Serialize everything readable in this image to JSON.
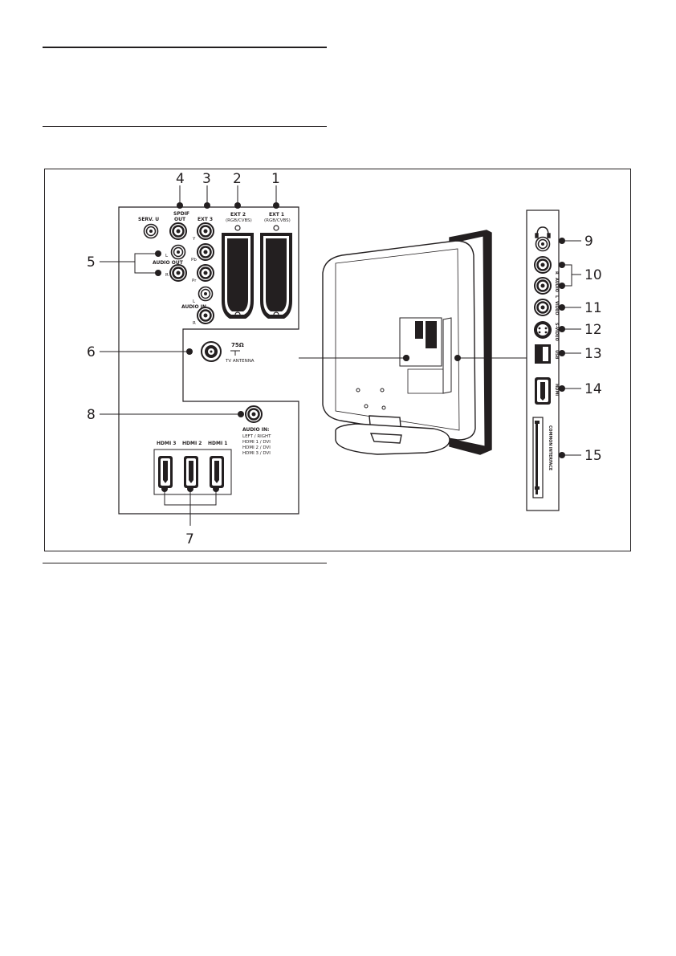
{
  "callouts": {
    "n1": "1",
    "n2": "2",
    "n3": "3",
    "n4": "4",
    "n5": "5",
    "n6": "6",
    "n7": "7",
    "n8": "8",
    "n9": "9",
    "n10": "10",
    "n11": "11",
    "n12": "12",
    "n13": "13",
    "n14": "14",
    "n15": "15"
  },
  "rear_panel": {
    "serv_u": "SERV. U",
    "spdif_out_1": "SPDIF",
    "spdif_out_2": "OUT",
    "ext3": "EXT 3",
    "ext2": "EXT 2",
    "ext2_sub": "(RGB/CVBS)",
    "ext1": "EXT 1",
    "ext1_sub": "(RGB/CVBS)",
    "y": "Y",
    "pb": "Pb",
    "pr": "Pr",
    "l_in": "L",
    "r_in": "R",
    "audio_in": "AUDIO IN",
    "l_out": "L",
    "r_out": "R",
    "audio_out": "AUDIO OUT",
    "ohm": "75Ω",
    "tv_antenna": "TV ANTENNA",
    "audio_in_hdmi": "AUDIO IN:",
    "audio_in_hdmi_l1": "LEFT / RIGHT",
    "audio_in_hdmi_l2": "HDMI 1 / DVI",
    "audio_in_hdmi_l3": "HDMI 2 / DVI",
    "audio_in_hdmi_l4": "HDMI 3 / DVI",
    "hdmi3": "HDMI 3",
    "hdmi2": "HDMI 2",
    "hdmi1": "HDMI 1"
  },
  "side_panel": {
    "audio_r": "R",
    "audio": "AUDIO",
    "audio_l": "L",
    "video": "VIDEO",
    "svideo": "S-VIDEO",
    "usb": "USB",
    "hdmi": "HDMI",
    "ci": "COMMON INTERFACE"
  },
  "colors": {
    "ink": "#231f20",
    "panel": "#ffffff"
  },
  "icons": [
    "headphone-icon"
  ]
}
